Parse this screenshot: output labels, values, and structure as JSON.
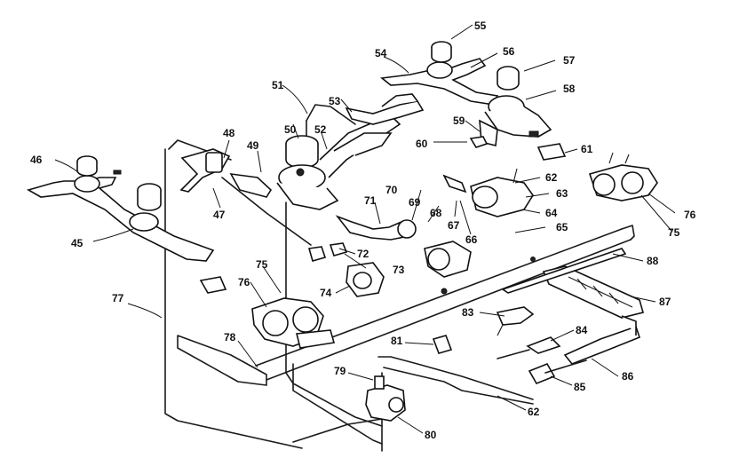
{
  "labels": {
    "l45": "45",
    "l46": "46",
    "l47": "47",
    "l48": "48",
    "l49": "49",
    "l50": "50",
    "l51": "51",
    "l52": "52",
    "l53": "53",
    "l54": "54",
    "l55": "55",
    "l56": "56",
    "l57": "57",
    "l58": "58",
    "l59": "59",
    "l60": "60",
    "l61": "61",
    "l62a": "62",
    "l62b": "62",
    "l63": "63",
    "l64": "64",
    "l65": "65",
    "l66": "66",
    "l67": "67",
    "l68": "68",
    "l69": "69",
    "l70": "70",
    "l71": "71",
    "l72": "72",
    "l73": "73",
    "l74": "74",
    "l75a": "75",
    "l75b": "75",
    "l76a": "76",
    "l76b": "76",
    "l77": "77",
    "l78": "78",
    "l79": "79",
    "l80": "80",
    "l81": "81",
    "l83": "83",
    "l84": "84",
    "l85": "85",
    "l86": "86",
    "l87": "87",
    "l88": "88"
  },
  "colors": {
    "ink": "#111111",
    "paper": "#ffffff"
  }
}
